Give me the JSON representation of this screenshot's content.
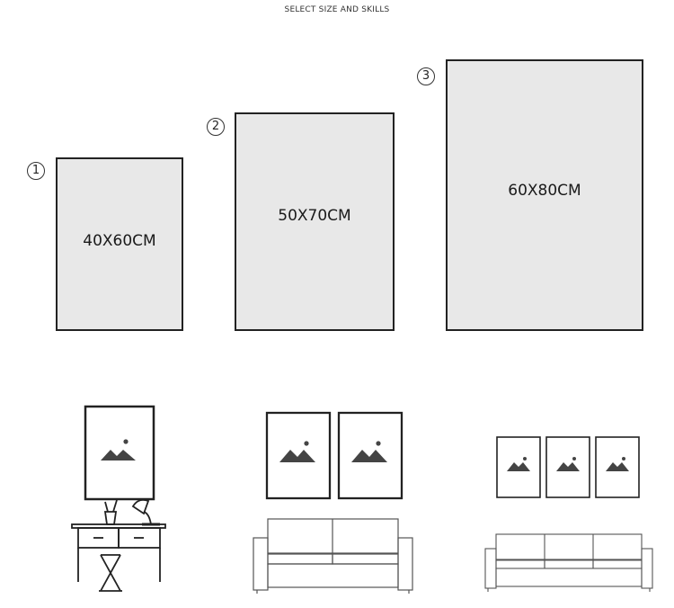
{
  "header": {
    "title": "SELECT SIZE AND SKILLS"
  },
  "sizes": [
    {
      "number": "1",
      "label": "40X60CM"
    },
    {
      "number": "2",
      "label": "50X70CM"
    },
    {
      "number": "3",
      "label": "60X80CM"
    }
  ],
  "scenes": [
    {
      "icon": "single-frame-over-desk-illustration"
    },
    {
      "icon": "two-frames-over-sofa-illustration"
    },
    {
      "icon": "three-frames-over-sofa-illustration"
    }
  ],
  "colors": {
    "frame_fill": "#e8e8e8",
    "line": "#222222",
    "mountain": "#444444"
  }
}
